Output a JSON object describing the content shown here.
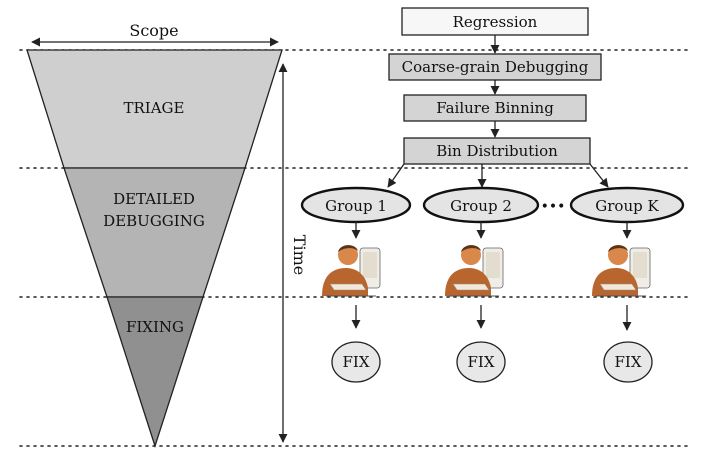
{
  "funnel": {
    "scope_label": "Scope",
    "time_label": "Time",
    "stages": [
      {
        "label_lines": [
          "TRIAGE"
        ],
        "fill": "#cfcfcf"
      },
      {
        "label_lines": [
          "DETAILED",
          "DEBUGGING"
        ],
        "fill": "#b4b4b4"
      },
      {
        "label_lines": [
          "FIXING"
        ],
        "fill": "#909090"
      }
    ]
  },
  "flow": {
    "steps": [
      {
        "label": "Regression",
        "fill": "#f7f7f7"
      },
      {
        "label": "Coarse-grain Debugging",
        "fill": "#d4d4d4"
      },
      {
        "label": "Failure Binning",
        "fill": "#d4d4d4"
      },
      {
        "label": "Bin Distribution",
        "fill": "#d4d4d4"
      }
    ],
    "groups": [
      "Group 1",
      "Group 2",
      "Group K"
    ],
    "ellipsis": "•••",
    "fix_label": "FIX",
    "colors": {
      "group_fill": "#e4e4e4",
      "fix_fill": "#e8e8e8",
      "skin": "#d9874a",
      "shirt": "#b8652e"
    }
  }
}
